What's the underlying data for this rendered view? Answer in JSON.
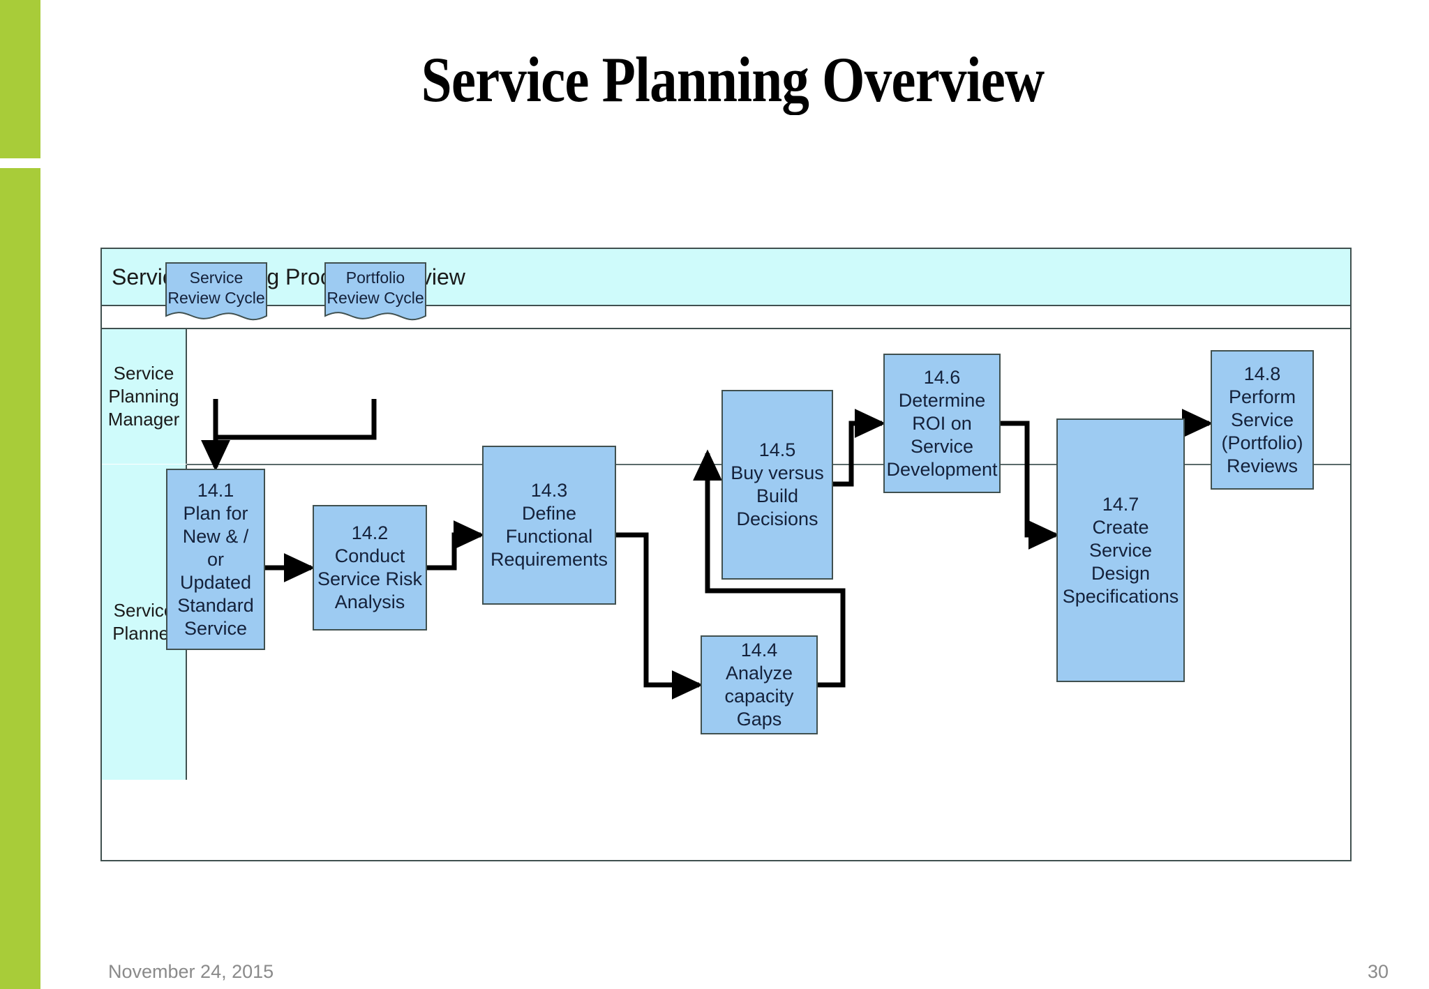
{
  "slide": {
    "title": "Service Planning Overview",
    "accent_color": "#A8CC39",
    "footer": {
      "date": "November 24, 2015",
      "page_number": "30"
    }
  },
  "diagram": {
    "title": "Service Planning Process Overview",
    "header_color": "#CFFBFB",
    "node_fill": "#9DCBF2",
    "border_color": "#40504f",
    "lanes": [
      {
        "id": "manager",
        "label": "Service\nPlanning\nManager"
      },
      {
        "id": "planner",
        "label": "Service\nPlanner"
      }
    ],
    "documents": [
      {
        "id": "service-review-cycle",
        "label": "Service\nReview Cycle"
      },
      {
        "id": "portfolio-review-cycle",
        "label": "Portfolio\nReview Cycle"
      }
    ],
    "nodes": [
      {
        "id": "14-1",
        "number": "14.1",
        "label": "14.1\nPlan for\nNew & /\nor\nUpdated\nStandard\nService"
      },
      {
        "id": "14-2",
        "number": "14.2",
        "label": "14.2\nConduct\nService Risk\nAnalysis"
      },
      {
        "id": "14-3",
        "number": "14.3",
        "label": "14.3\nDefine\nFunctional\nRequirements"
      },
      {
        "id": "14-4",
        "number": "14.4",
        "label": "14.4\nAnalyze\ncapacity\nGaps"
      },
      {
        "id": "14-5",
        "number": "14.5",
        "label": "14.5\nBuy versus\nBuild\nDecisions"
      },
      {
        "id": "14-6",
        "number": "14.6",
        "label": "14.6\nDetermine\nROI on\nService\nDevelopment"
      },
      {
        "id": "14-7",
        "number": "14.7",
        "label": "14.7\nCreate\nService\nDesign\nSpecifications"
      },
      {
        "id": "14-8",
        "number": "14.8",
        "label": "14.8\nPerform\nService\n(Portfolio)\nReviews"
      }
    ],
    "flows": [
      {
        "from": "service-review-cycle",
        "to": "14-1"
      },
      {
        "from": "portfolio-review-cycle",
        "to": "14-1"
      },
      {
        "from": "14-1",
        "to": "14-2"
      },
      {
        "from": "14-2",
        "to": "14-3"
      },
      {
        "from": "14-3",
        "to": "14-4"
      },
      {
        "from": "14-4",
        "to": "14-5"
      },
      {
        "from": "14-5",
        "to": "14-6"
      },
      {
        "from": "14-6",
        "to": "14-7"
      },
      {
        "from": "14-7",
        "to": "14-8"
      }
    ]
  }
}
